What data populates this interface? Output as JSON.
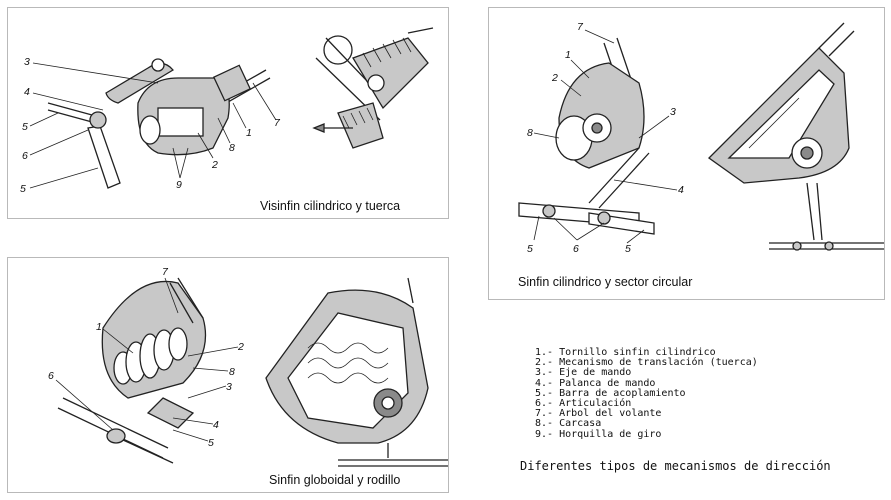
{
  "panels": {
    "top_left": {
      "caption": "Visinfin cilindrico y tuerca",
      "callouts": [
        "3",
        "4",
        "5",
        "6",
        "5",
        "9",
        "2",
        "8",
        "1",
        "7"
      ]
    },
    "bottom_left": {
      "caption": "Sinfin globoidal y rodillo",
      "callouts": [
        "7",
        "1",
        "2",
        "8",
        "3",
        "6",
        "4",
        "5"
      ]
    },
    "right": {
      "caption": "Sinfin cilindrico y sector circular",
      "callouts": [
        "7",
        "1",
        "2",
        "3",
        "8",
        "4",
        "5",
        "6",
        "5"
      ]
    }
  },
  "legend": [
    "1.- Tornillo sinfin cilindrico",
    "2.- Mecanismo de translación (tuerca)",
    "3.- Eje de mando",
    "4.- Palanca de mando",
    "5.- Barra de acoplamiento",
    "6.- Articulación",
    "7.- Arbol del volante",
    "8.- Carcasa",
    "9.- Horquilla de giro"
  ],
  "title": "Diferentes tipos de mecanismos de dirección",
  "colors": {
    "line": "#222222",
    "border": "#b9b9b9",
    "shade": "#c8c8c8",
    "dark": "#8a8a8a"
  }
}
